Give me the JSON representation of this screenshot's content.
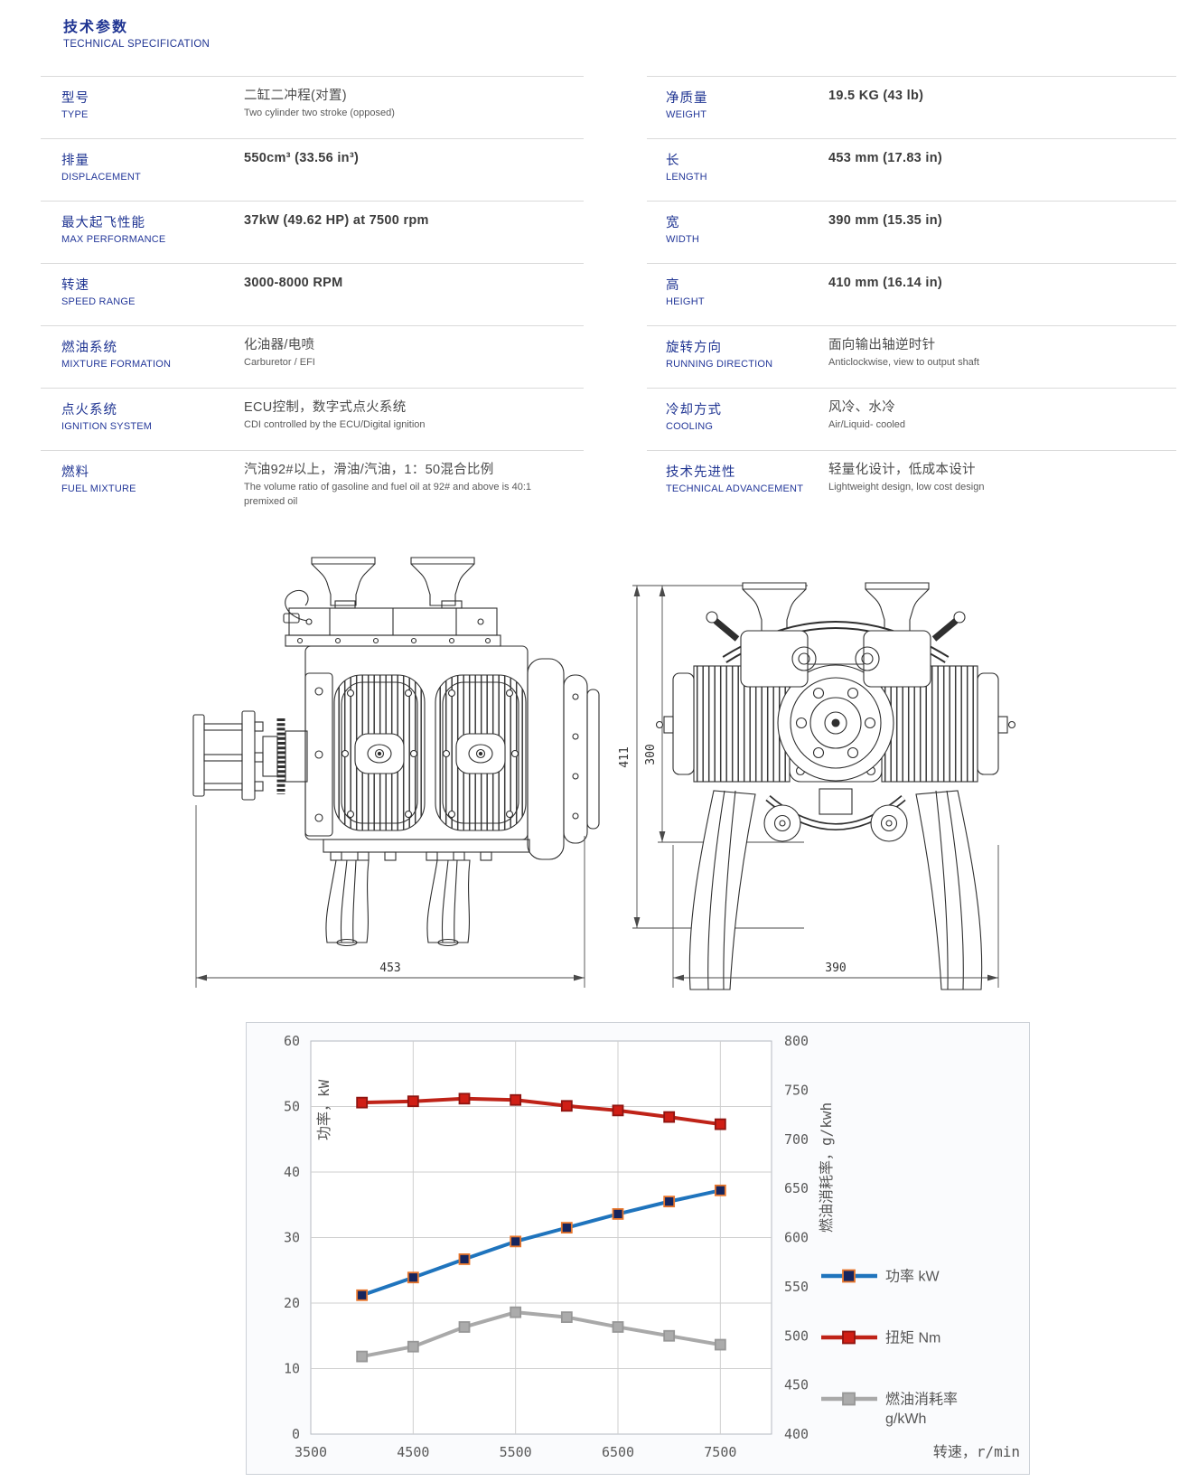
{
  "page": {
    "title_cn": "技术参数",
    "title_en": "TECHNICAL SPECIFICATION"
  },
  "specs": {
    "left": [
      {
        "label_cn": "型号",
        "label_en": "TYPE",
        "value": "二缸二冲程(对置)",
        "value_sub": "Two cylinder two stroke (opposed)"
      },
      {
        "label_cn": "排量",
        "label_en": "DISPLACEMENT",
        "value": "550cm³ (33.56 in³)",
        "value_sub": ""
      },
      {
        "label_cn": "最大起飞性能",
        "label_en": "MAX PERFORMANCE",
        "value": "37kW (49.62 HP) at 7500 rpm",
        "value_sub": ""
      },
      {
        "label_cn": "转速",
        "label_en": "SPEED RANGE",
        "value": "3000-8000 RPM",
        "value_sub": ""
      },
      {
        "label_cn": "燃油系统",
        "label_en": "MIXTURE FORMATION",
        "value": "化油器/电喷",
        "value_sub": "Carburetor / EFI"
      },
      {
        "label_cn": "点火系统",
        "label_en": "IGNITION SYSTEM",
        "value": "ECU控制，数字式点火系统",
        "value_sub": "CDI controlled by the ECU/Digital ignition"
      },
      {
        "label_cn": "燃料",
        "label_en": "FUEL MIXTURE",
        "value": "汽油92#以上，滑油/汽油，1：50混合比例",
        "value_sub": "The volume ratio of gasoline and fuel oil at 92# and above is 40:1 premixed oil"
      }
    ],
    "right": [
      {
        "label_cn": "净质量",
        "label_en": "WEIGHT",
        "value": "19.5 KG (43 lb)",
        "value_sub": ""
      },
      {
        "label_cn": "长",
        "label_en": "LENGTH",
        "value": "453 mm (17.83 in)",
        "value_sub": ""
      },
      {
        "label_cn": "宽",
        "label_en": "WIDTH",
        "value": "390 mm (15.35 in)",
        "value_sub": ""
      },
      {
        "label_cn": "高",
        "label_en": "HEIGHT",
        "value": "410 mm (16.14 in)",
        "value_sub": ""
      },
      {
        "label_cn": "旋转方向",
        "label_en": "RUNNING DIRECTION",
        "value": "面向输出轴逆时针",
        "value_sub": "Anticlockwise, view to output shaft"
      },
      {
        "label_cn": "冷却方式",
        "label_en": "COOLING",
        "value": "风冷、水冷",
        "value_sub": "Air/Liquid- cooled"
      },
      {
        "label_cn": "技术先进性",
        "label_en": "TECHNICAL ADVANCEMENT",
        "value": "轻量化设计，低成本设计",
        "value_sub": "Lightweight design, low cost design"
      }
    ]
  },
  "drawings": {
    "side_view": {
      "dim_length": "453"
    },
    "front_view": {
      "dim_height_total": "411",
      "dim_height_upper": "300",
      "dim_width": "390"
    }
  },
  "chart_data": {
    "type": "line",
    "x_label": "转速，r/min",
    "y_left_label": "功率，kW",
    "y_right_label": "燃油消耗率，g/kwh",
    "x_range": [
      3500,
      8000
    ],
    "y_left_range": [
      0,
      60
    ],
    "y_right_range": [
      400,
      800
    ],
    "x_ticks": [
      3500,
      4500,
      5500,
      6500,
      7500
    ],
    "y_left_ticks": [
      0,
      10,
      20,
      30,
      40,
      50,
      60
    ],
    "y_right_ticks": [
      400,
      450,
      500,
      550,
      600,
      650,
      700,
      750,
      800
    ],
    "grid": true,
    "legend_position": "right",
    "x": [
      4000,
      4500,
      5000,
      5500,
      6000,
      6500,
      7000,
      7500
    ],
    "series": [
      {
        "name": "功率 kW",
        "axis": "left",
        "color": "#1f74bd",
        "marker_fill": "#16255e",
        "marker_stroke": "#e8762c",
        "values": [
          21.2,
          23.9,
          26.7,
          29.4,
          31.5,
          33.6,
          35.5,
          37.2
        ]
      },
      {
        "name": "扭矩 Nm",
        "axis": "left",
        "color": "#bf2318",
        "marker_fill": "#d01e15",
        "marker_stroke": "#8f1410",
        "values": [
          50.6,
          50.8,
          51.2,
          51.0,
          50.1,
          49.4,
          48.4,
          47.3
        ]
      },
      {
        "name": "燃油消耗率 g/kWh",
        "axis": "right",
        "color": "#a9a9a9",
        "marker_fill": "#ababab",
        "marker_stroke": "#979797",
        "values": [
          479,
          489,
          509,
          524,
          519,
          509,
          500,
          491
        ]
      }
    ],
    "legend": [
      {
        "label": "功率 kW"
      },
      {
        "label": "扭矩 Nm"
      },
      {
        "label": "燃油消耗率",
        "label2": "g/kWh"
      }
    ]
  }
}
